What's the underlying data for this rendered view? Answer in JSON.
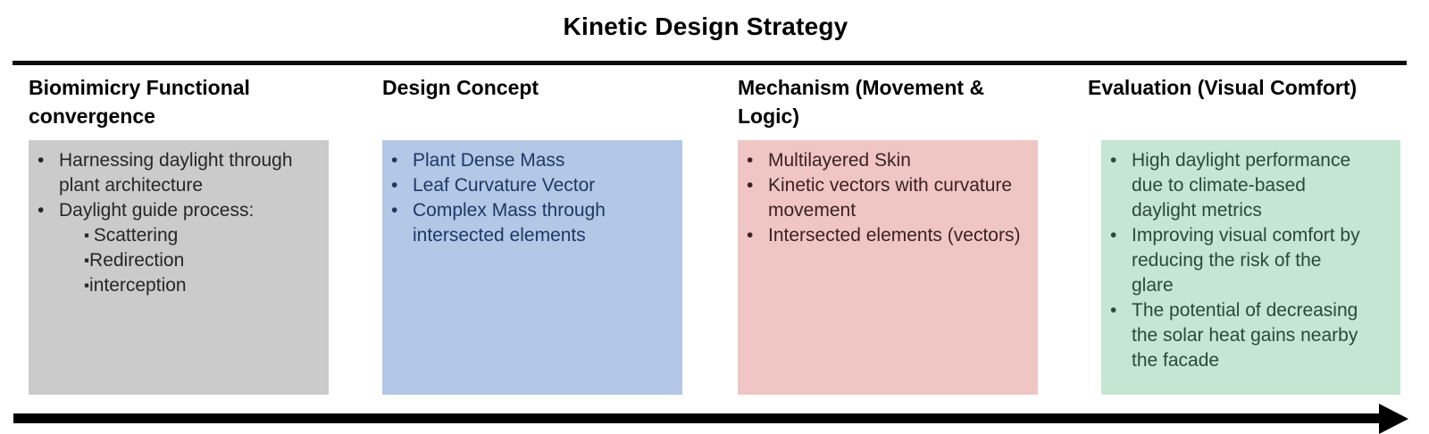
{
  "title": "Kinetic Design Strategy",
  "divider_color": "#0d0d0d",
  "arrow": {
    "direction": "right",
    "color": "#000000"
  },
  "columns": [
    {
      "header": "Biomimicry Functional\nconvergence",
      "bg": "#cbcbcb",
      "text_color": "#262626",
      "items": [
        {
          "bullet": "•",
          "text": "Harnessing daylight through\nplant architecture"
        },
        {
          "bullet": "•",
          "text": "Daylight guide process:"
        },
        {
          "bullet": "▪ ",
          "text": "Scattering"
        },
        {
          "bullet": "▪",
          "text": "Redirection"
        },
        {
          "bullet": "▪",
          "text": "interception"
        }
      ]
    },
    {
      "header": "Design Concept",
      "bg": "#b3c7e6",
      "text_color": "#203864",
      "items": [
        {
          "bullet": "•",
          "text": "Plant Dense Mass"
        },
        {
          "bullet": "•",
          "text": "Leaf Curvature Vector"
        },
        {
          "bullet": "•",
          "text": "Complex Mass through\nintersected elements"
        }
      ]
    },
    {
      "header": "Mechanism (Movement &\nLogic)",
      "bg": "#f0c6c4",
      "text_color": "#3b2120",
      "items": [
        {
          "bullet": "•",
          "text": "Multilayered Skin"
        },
        {
          "bullet": "•",
          "text": "Kinetic vectors with curvature\nmovement"
        },
        {
          "bullet": "•",
          "text": "Intersected elements (vectors)"
        }
      ]
    },
    {
      "header": "Evaluation (Visual Comfort)",
      "bg": "#c5e6d2",
      "text_color": "#2b4a35",
      "items": [
        {
          "bullet": "•",
          "text": "High daylight performance\ndue to climate-based\ndaylight metrics"
        },
        {
          "bullet": "•",
          "text": "Improving visual comfort by\nreducing the risk of the\nglare"
        },
        {
          "bullet": "•",
          "text": "The potential of decreasing\nthe solar heat gains nearby\nthe facade"
        }
      ]
    }
  ]
}
